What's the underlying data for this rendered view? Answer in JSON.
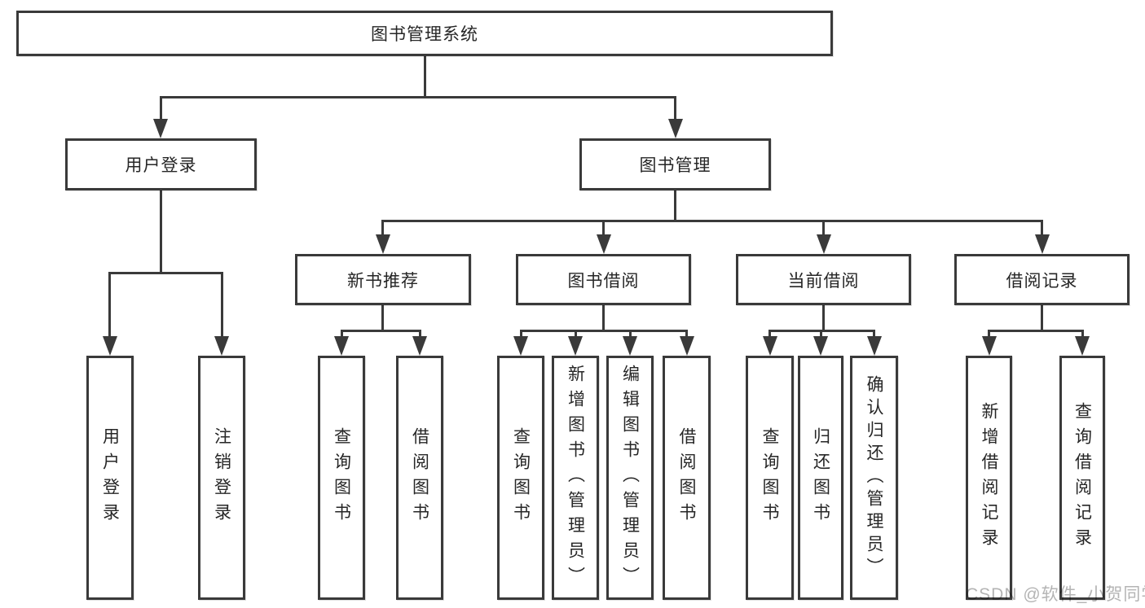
{
  "tree": {
    "root": "图书管理系统",
    "children": [
      {
        "label": "用户登录",
        "children": [
          {
            "label": "用户登录"
          },
          {
            "label": "注销登录"
          }
        ]
      },
      {
        "label": "图书管理",
        "children": [
          {
            "label": "新书推荐",
            "children": [
              {
                "label": "查询图书"
              },
              {
                "label": "借阅图书"
              }
            ]
          },
          {
            "label": "图书借阅",
            "children": [
              {
                "label": "查询图书"
              },
              {
                "label": "新增图书（管理员）"
              },
              {
                "label": "编辑图书（管理员）"
              },
              {
                "label": "借阅图书"
              }
            ]
          },
          {
            "label": "当前借阅",
            "children": [
              {
                "label": "查询图书"
              },
              {
                "label": "归还图书"
              },
              {
                "label": "确认归还（管理员）"
              }
            ]
          },
          {
            "label": "借阅记录",
            "children": [
              {
                "label": "新增借阅记录"
              },
              {
                "label": "查询借阅记录"
              }
            ]
          }
        ]
      }
    ]
  },
  "watermark": "CSDN @软件_小贺同学",
  "colors": {
    "line": "#3a3a3a",
    "text": "#262626",
    "watermark": "#b4b4b4",
    "background": "#ffffff"
  }
}
